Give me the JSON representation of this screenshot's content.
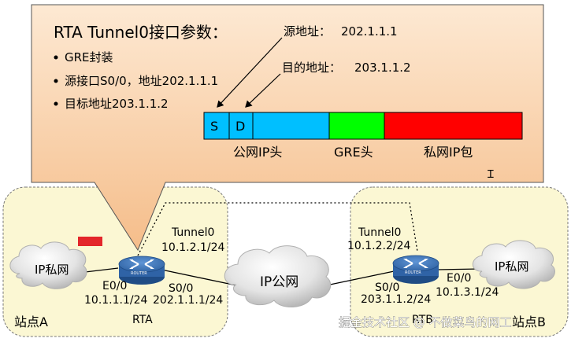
{
  "callout": {
    "title": "RTA Tunnel0接口参数：",
    "bullets": [
      "GRE封装",
      "源接口S0/0，地址202.1.1.1",
      "目标地址203.1.1.2"
    ],
    "src_label": "源地址：",
    "src_value": "202.1.1.1",
    "dst_label": "目的地址：",
    "dst_value": "203.1.1.2"
  },
  "packet": {
    "segments": [
      {
        "label": "S",
        "color": "#00bfff"
      },
      {
        "label": "D",
        "color": "#00bfff"
      },
      {
        "label": "",
        "color": "#00bfff"
      },
      {
        "label": "",
        "color": "#00ff00"
      },
      {
        "label": "",
        "color": "#ff0000"
      }
    ],
    "captions": [
      "公网IP头",
      "GRE头",
      "私网IP包"
    ]
  },
  "site_a": {
    "name": "站点A",
    "lan": "IP私网",
    "router_name": "RTA",
    "router_icon_text": "ROUTER",
    "tunnel_name": "Tunnel0",
    "tunnel_ip": "10.1.2.1/24",
    "e0_name": "E0/0",
    "e0_ip": "10.1.1.1/24",
    "s0_name": "S0/0",
    "s0_ip": "202.1.1.1/24"
  },
  "site_b": {
    "name": "站点B",
    "lan": "IP私网",
    "router_name": "RTB",
    "router_icon_text": "ROUTER",
    "tunnel_name": "Tunnel0",
    "tunnel_ip": "10.1.2.2/24",
    "e0_name": "E0/0",
    "e0_ip": "10.1.3.1/24",
    "s0_name": "S0/0",
    "s0_ip": "203.1.1.2/24"
  },
  "internet": "IP公网",
  "watermark": "掘金技术社区 @ 不做菜鸟的网工",
  "colors": {
    "callout_top": "#fde7cf",
    "callout_bottom": "#f6c08f",
    "site_bg": "#fbf7d3",
    "router": "#3570b8",
    "indicator": "#e3262a"
  }
}
